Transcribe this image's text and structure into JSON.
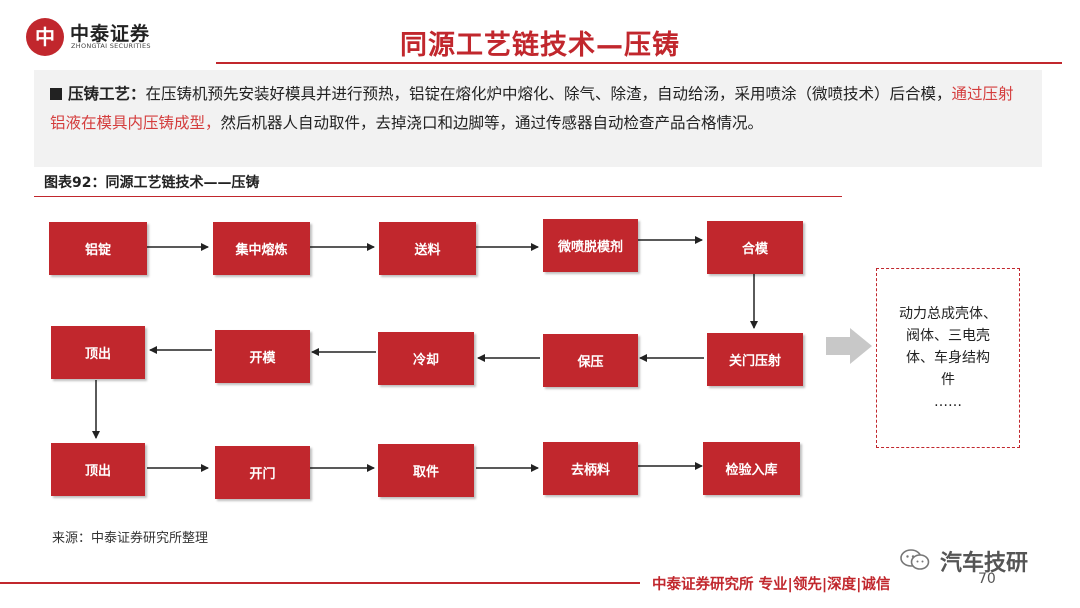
{
  "brand": {
    "logo_glyph": "中",
    "name_cn": "中泰证券",
    "name_en": "ZHONGTAI SECURITIES",
    "color": "#c1272d"
  },
  "page": {
    "title": "同源工艺链技术—压铸",
    "number": "70"
  },
  "description": {
    "lead": "压铸工艺：",
    "text_1": "在压铸机预先安装好模具并进行预热，铝锭在熔化炉中熔化、除气、除渣，自动给汤，采用喷涂（微喷技术）后合模，",
    "highlight": "通过压射铝液在模具内压铸成型，",
    "text_2": "然后机器人自动取件，去掉浇口和边脚等，通过传感器自动检查产品合格情况。",
    "highlight_color": "#d43d3d"
  },
  "figure": {
    "caption": "图表92：同源工艺链技术——压铸",
    "row1": [
      "铝锭",
      "集中熔炼",
      "送料",
      "微喷脱模剂",
      "合模"
    ],
    "row2": [
      "顶出",
      "开模",
      "冷却",
      "保压",
      "关门压射"
    ],
    "row3": [
      "顶出",
      "开门",
      "取件",
      "去柄料",
      "检验入库"
    ],
    "outcome": [
      "动力总成壳体、",
      "阀体、三电壳",
      "体、车身结构",
      "件",
      "……"
    ]
  },
  "source": "来源：中泰证券研究所整理",
  "watermark": {
    "icon": "wechat-icon",
    "name": "汽车技研"
  },
  "footer": {
    "slogan": "中泰证券研究所 专业|领先|深度|诚信"
  }
}
